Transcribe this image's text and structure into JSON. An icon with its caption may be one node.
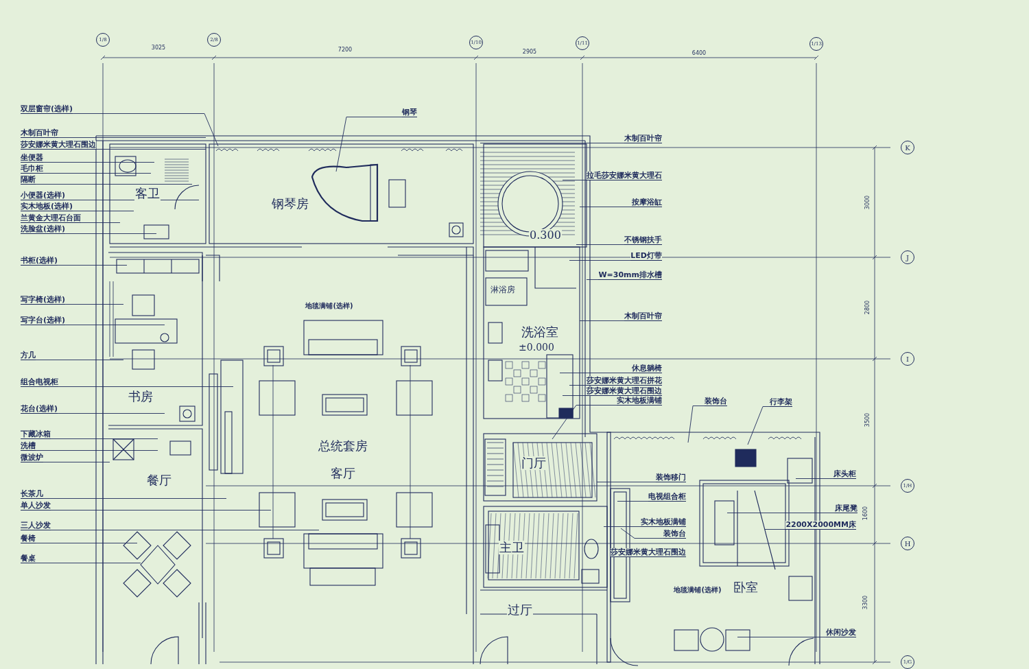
{
  "diagram": {
    "nodes": [
      {
        "text": [
          "1/8"
        ]
      },
      {
        "text": [
          "2/8"
        ]
      },
      {
        "text": [
          "1/10"
        ]
      },
      {
        "text": [
          "1/11"
        ]
      },
      {
        "text": [
          "1/13"
        ]
      },
      {
        "text": [
          "双层窗帘(选样)"
        ]
      },
      {
        "text": [
          "木制百叶帘"
        ]
      },
      {
        "text": [
          "莎安娜米黄大理石围边"
        ]
      },
      {
        "text": [
          "坐便器"
        ]
      },
      {
        "text": [
          "毛巾柜"
        ]
      },
      {
        "text": [
          "隔断"
        ]
      },
      {
        "text": [
          "小便器(选样)"
        ]
      },
      {
        "text": [
          "实木地板(选样)"
        ]
      },
      {
        "text": [
          "兰黄金大理石台面"
        ]
      },
      {
        "text": [
          "洗脸盆(选样)"
        ]
      },
      {
        "text": [
          "书柜(选样)"
        ]
      },
      {
        "text": [
          "写字椅(选样)"
        ]
      },
      {
        "text": [
          "写字台(选样)"
        ]
      },
      {
        "text": [
          "方几"
        ]
      },
      {
        "text": [
          "组合电视柜"
        ]
      },
      {
        "text": [
          "花台(选样)"
        ]
      },
      {
        "text": [
          "下藏冰箱"
        ]
      },
      {
        "text": [
          "洗槽"
        ]
      },
      {
        "text": [
          "微波炉"
        ]
      },
      {
        "text": [
          "长茶几"
        ]
      },
      {
        "text": [
          "单人沙发"
        ]
      },
      {
        "text": [
          "三人沙发"
        ]
      },
      {
        "text": [
          "餐椅"
        ]
      },
      {
        "text": [
          "餐桌"
        ]
      },
      {
        "text": [
          "钢琴"
        ]
      },
      {
        "text": [
          "装饰台"
        ]
      },
      {
        "text": [
          "行李架"
        ]
      },
      {
        "text": [
          "木制百叶帘"
        ]
      },
      {
        "text": [
          "拉毛莎安娜米黄大理石"
        ]
      },
      {
        "text": [
          "按摩浴缸"
        ]
      },
      {
        "text": [
          "不锈钢扶手"
        ]
      },
      {
        "text": [
          "LED灯带"
        ]
      },
      {
        "text": [
          "W=30mm排水槽"
        ]
      },
      {
        "text": [
          "木制百叶帘"
        ]
      },
      {
        "text": [
          "休息躺椅"
        ]
      },
      {
        "text": [
          "莎安娜米黄大理石拼花"
        ]
      },
      {
        "text": [
          "莎安娜米黄大理石围边"
        ]
      },
      {
        "text": [
          "实木地板满铺"
        ]
      },
      {
        "text": [
          "床头柜"
        ]
      },
      {
        "text": [
          "装饰移门"
        ]
      },
      {
        "text": [
          "电视组合柜"
        ]
      },
      {
        "text": [
          "床尾凳"
        ]
      },
      {
        "text": [
          "实木地板满铺"
        ]
      },
      {
        "text": [
          "2200X2000MM床"
        ]
      },
      {
        "text": [
          "装饰台"
        ]
      },
      {
        "text": [
          "莎安娜米黄大理石围边"
        ]
      },
      {
        "text": [
          "休闲沙发"
        ]
      },
      {
        "text": [
          "K"
        ]
      },
      {
        "text": [
          "J"
        ]
      },
      {
        "text": [
          "I"
        ]
      },
      {
        "text": [
          "1/H"
        ]
      },
      {
        "text": [
          "H"
        ]
      },
      {
        "text": [
          "1/G"
        ]
      }
    ],
    "edges": [
      {
        "from": 5,
        "to": null,
        "arrow": "none"
      },
      {
        "from": 6,
        "to": null,
        "arrow": "none"
      },
      {
        "from": 7,
        "to": null,
        "arrow": "none"
      },
      {
        "from": 8,
        "to": null,
        "arrow": "none"
      },
      {
        "from": 9,
        "to": null,
        "arrow": "none"
      },
      {
        "from": 10,
        "to": null,
        "arrow": "none"
      },
      {
        "from": 11,
        "to": null,
        "arrow": "none"
      },
      {
        "from": 12,
        "to": null,
        "arrow": "none"
      },
      {
        "from": 13,
        "to": null,
        "arrow": "none"
      },
      {
        "from": 14,
        "to": null,
        "arrow": "none"
      },
      {
        "from": 15,
        "to": null,
        "arrow": "none"
      },
      {
        "from": 16,
        "to": null,
        "arrow": "none"
      },
      {
        "from": 17,
        "to": null,
        "arrow": "none"
      },
      {
        "from": 18,
        "to": null,
        "arrow": "none"
      },
      {
        "from": 19,
        "to": null,
        "arrow": "none"
      },
      {
        "from": 20,
        "to": null,
        "arrow": "none"
      },
      {
        "from": 21,
        "to": null,
        "arrow": "none"
      },
      {
        "from": 22,
        "to": null,
        "arrow": "none"
      },
      {
        "from": 23,
        "to": null,
        "arrow": "none"
      },
      {
        "from": 24,
        "to": null,
        "arrow": "none"
      },
      {
        "from": 25,
        "to": null,
        "arrow": "none"
      },
      {
        "from": 26,
        "to": null,
        "arrow": "none"
      },
      {
        "from": 27,
        "to": null,
        "arrow": "none"
      },
      {
        "from": 28,
        "to": null,
        "arrow": "none"
      },
      {
        "from": 29,
        "to": null,
        "arrow": "none"
      },
      {
        "from": 30,
        "to": null,
        "arrow": "none"
      },
      {
        "from": 31,
        "to": null,
        "arrow": "none"
      },
      {
        "from": 32,
        "to": null,
        "arrow": "none"
      },
      {
        "from": 33,
        "to": null,
        "arrow": "none"
      },
      {
        "from": 34,
        "to": null,
        "arrow": "none"
      },
      {
        "from": 35,
        "to": null,
        "arrow": "none"
      },
      {
        "from": 36,
        "to": null,
        "arrow": "none"
      },
      {
        "from": 37,
        "to": null,
        "arrow": "none"
      },
      {
        "from": 38,
        "to": null,
        "arrow": "none"
      },
      {
        "from": 39,
        "to": null,
        "arrow": "none"
      },
      {
        "from": 40,
        "to": null,
        "arrow": "none"
      },
      {
        "from": 41,
        "to": null,
        "arrow": "none"
      },
      {
        "from": 42,
        "to": null,
        "arrow": "none"
      },
      {
        "from": 43,
        "to": null,
        "arrow": "none"
      },
      {
        "from": 44,
        "to": null,
        "arrow": "none"
      },
      {
        "from": 45,
        "to": null,
        "arrow": "none"
      },
      {
        "from": 46,
        "to": null,
        "arrow": "none"
      },
      {
        "from": 47,
        "to": null,
        "arrow": "none"
      },
      {
        "from": 48,
        "to": null,
        "arrow": "none"
      },
      {
        "from": 49,
        "to": null,
        "arrow": "none"
      },
      {
        "from": 50,
        "to": null,
        "arrow": "none"
      },
      {
        "from": 51,
        "to": null,
        "arrow": "none"
      }
    ],
    "labels": [
      "3025",
      "7200",
      "2905",
      "6400",
      "客卫",
      "3000",
      "钢琴房",
      "0.300",
      "淋浴房",
      "地毯满铺(选样)",
      "2800",
      "洗浴室",
      "±0.000",
      "书房",
      "3500",
      "总统套房",
      "门厅",
      "客厅",
      "餐厅",
      "1600",
      "主卫",
      "卧室",
      "地毯满铺(选样)",
      "3300",
      "过厅"
    ]
  }
}
